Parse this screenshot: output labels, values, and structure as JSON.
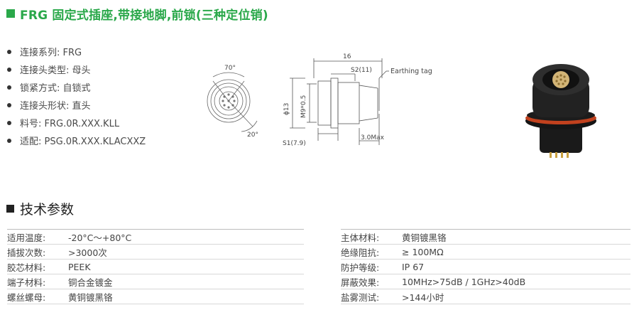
{
  "title": "FRG 固定式插座,带接地脚,前锁(三种定位销)",
  "specs": [
    "连接系列: FRG",
    "连接头类型: 母头",
    "锁紧方式: 自锁式",
    "连接头形状: 直头",
    "料号: FRG.0R.XXX.KLL",
    "适配: PSG.0R.XXX.KLACXXZ"
  ],
  "drawing": {
    "front_angle_top": "70°",
    "front_angle_bottom": "20°",
    "dim_16": "16",
    "s2": "S2(11)",
    "earthing": "Earthing tag",
    "phi13": "ϕ13",
    "m9": "M9*0.5",
    "s1": "S1(7.9)",
    "max": "3.0Max"
  },
  "section2": "技术参数",
  "params_left": [
    {
      "k": "适用温度:",
      "v": "-20°C～+80°C"
    },
    {
      "k": "插拔次数:",
      "v": ">3000次"
    },
    {
      "k": "胶芯材料:",
      "v": "PEEK"
    },
    {
      "k": "端子材料:",
      "v": "铜合金镀金"
    },
    {
      "k": "螺丝螺母:",
      "v": "黄铜镀黑铬"
    }
  ],
  "params_right": [
    {
      "k": "主体材料:",
      "v": "黄铜镀黑铬"
    },
    {
      "k": "绝缘阻抗:",
      "v": "≥ 100MΩ"
    },
    {
      "k": "防护等级:",
      "v": "IP 67"
    },
    {
      "k": "屏蔽效果:",
      "v": "10MHz>75dB / 1GHz>40dB"
    },
    {
      "k": "盐雾测试:",
      "v": ">144小时"
    }
  ]
}
